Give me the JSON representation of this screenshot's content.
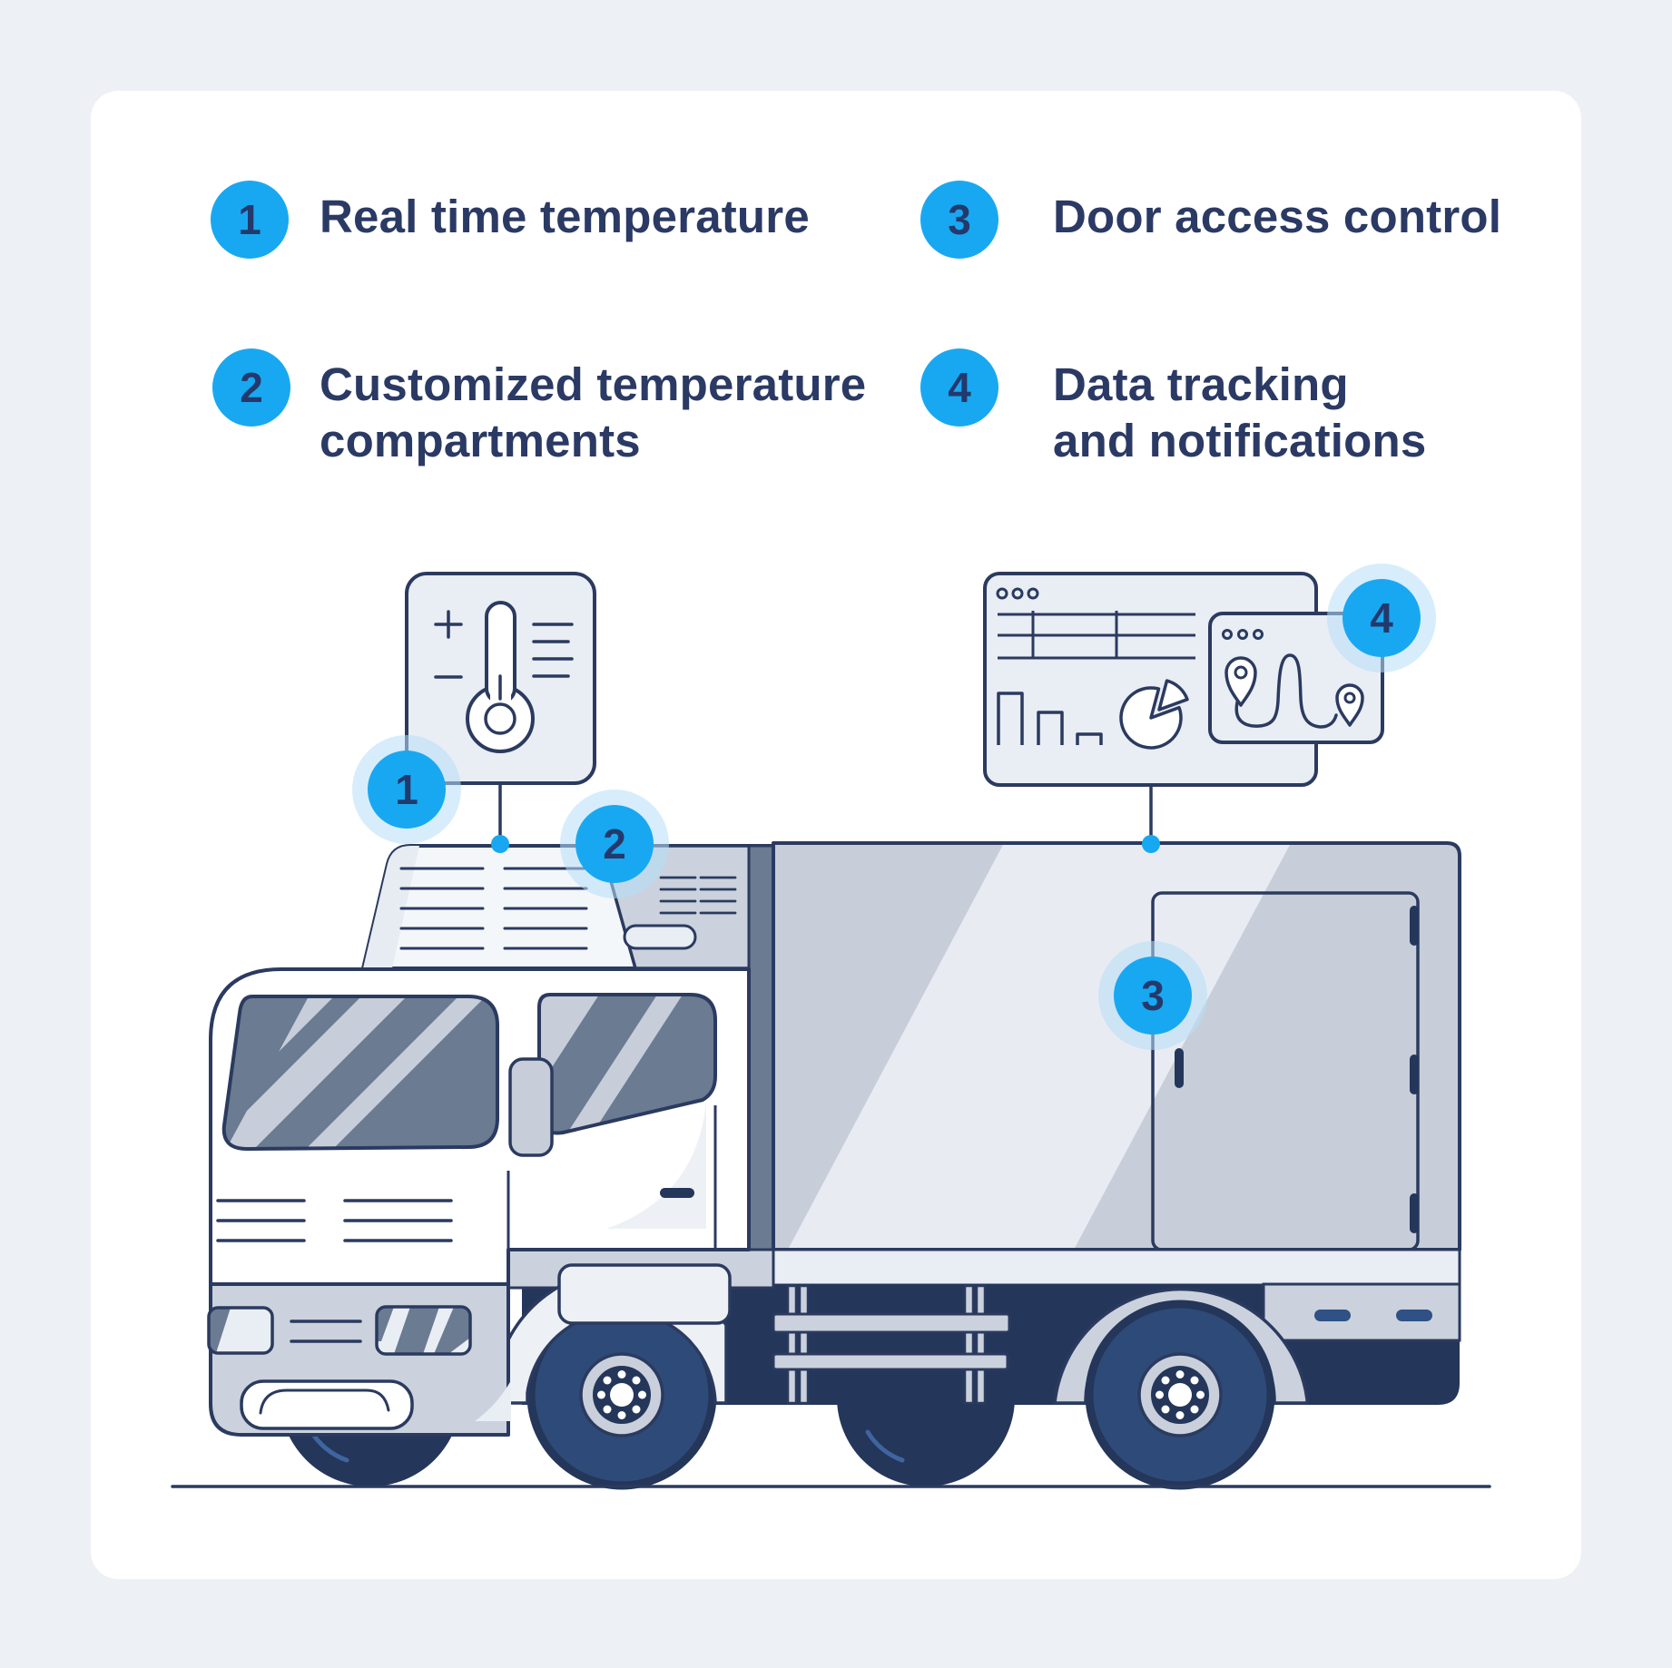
{
  "features": [
    {
      "number": "1",
      "lines": [
        "Real time temperature"
      ]
    },
    {
      "number": "2",
      "lines": [
        "Customized temperature",
        "compartments"
      ]
    },
    {
      "number": "3",
      "lines": [
        "Door access control"
      ]
    },
    {
      "number": "4",
      "lines": [
        "Data tracking",
        "and notifications"
      ]
    }
  ],
  "callouts": [
    {
      "number": "1",
      "target": "refrigeration-unit-thermometer"
    },
    {
      "number": "2",
      "target": "temperature-compartments-vents"
    },
    {
      "number": "3",
      "target": "cargo-door"
    },
    {
      "number": "4",
      "target": "tracking-dashboard"
    }
  ],
  "icons": {
    "thermometer": "thermometer-icon",
    "plus": "plus-icon",
    "minus": "minus-icon",
    "dashboard": "analytics-dashboard-icon",
    "table": "data-table-icon",
    "bars": "bar-chart-icon",
    "pie": "pie-chart-icon",
    "map": "route-map-icon",
    "pins": "location-pin-icon"
  },
  "colors": {
    "accent": "#18a8f1",
    "halo": "#d9ebfa",
    "ink": "#2b3a64",
    "outline": "#2b3a5f",
    "truck_gray": "#cbd2dd",
    "panel": "#e9edf4",
    "dark_navy": "#243659",
    "tire_blue": "#2e4a78",
    "background": "#edf0f4",
    "card": "#ffffff"
  }
}
